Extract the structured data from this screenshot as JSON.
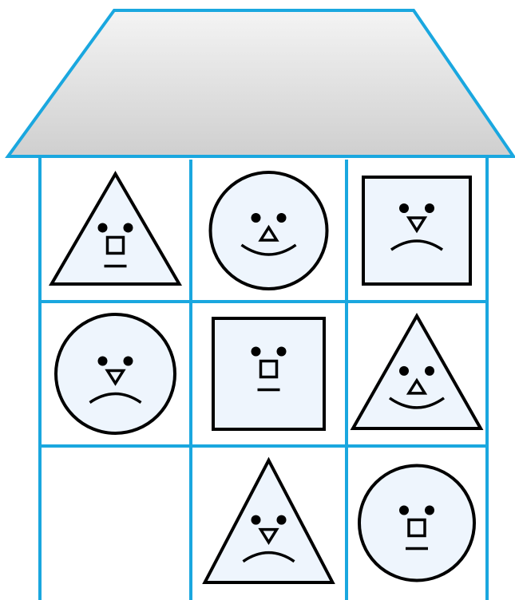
{
  "colors": {
    "outline": "#1aa7df",
    "face_fill": "#eef5fd",
    "stroke": "#000000",
    "roof_top": "#f4f4f4",
    "roof_bottom": "#cfcfcf",
    "background": "#ffffff"
  },
  "grid": {
    "rows": 3,
    "cols": 3,
    "cells": [
      {
        "row": 0,
        "col": 0,
        "shape": "triangle",
        "nose": "square",
        "mouth": "line"
      },
      {
        "row": 0,
        "col": 1,
        "shape": "circle",
        "nose": "triangle",
        "mouth": "smile"
      },
      {
        "row": 0,
        "col": 2,
        "shape": "square",
        "nose": "triangle",
        "mouth": "frown"
      },
      {
        "row": 1,
        "col": 0,
        "shape": "circle",
        "nose": "triangle",
        "mouth": "frown"
      },
      {
        "row": 1,
        "col": 1,
        "shape": "square",
        "nose": "square",
        "mouth": "line"
      },
      {
        "row": 1,
        "col": 2,
        "shape": "triangle",
        "nose": "triangle",
        "mouth": "smile"
      },
      {
        "row": 2,
        "col": 0,
        "shape": "empty",
        "nose": "none",
        "mouth": "none"
      },
      {
        "row": 2,
        "col": 1,
        "shape": "triangle",
        "nose": "triangle",
        "mouth": "frown"
      },
      {
        "row": 2,
        "col": 2,
        "shape": "circle",
        "nose": "square",
        "mouth": "line"
      }
    ]
  }
}
